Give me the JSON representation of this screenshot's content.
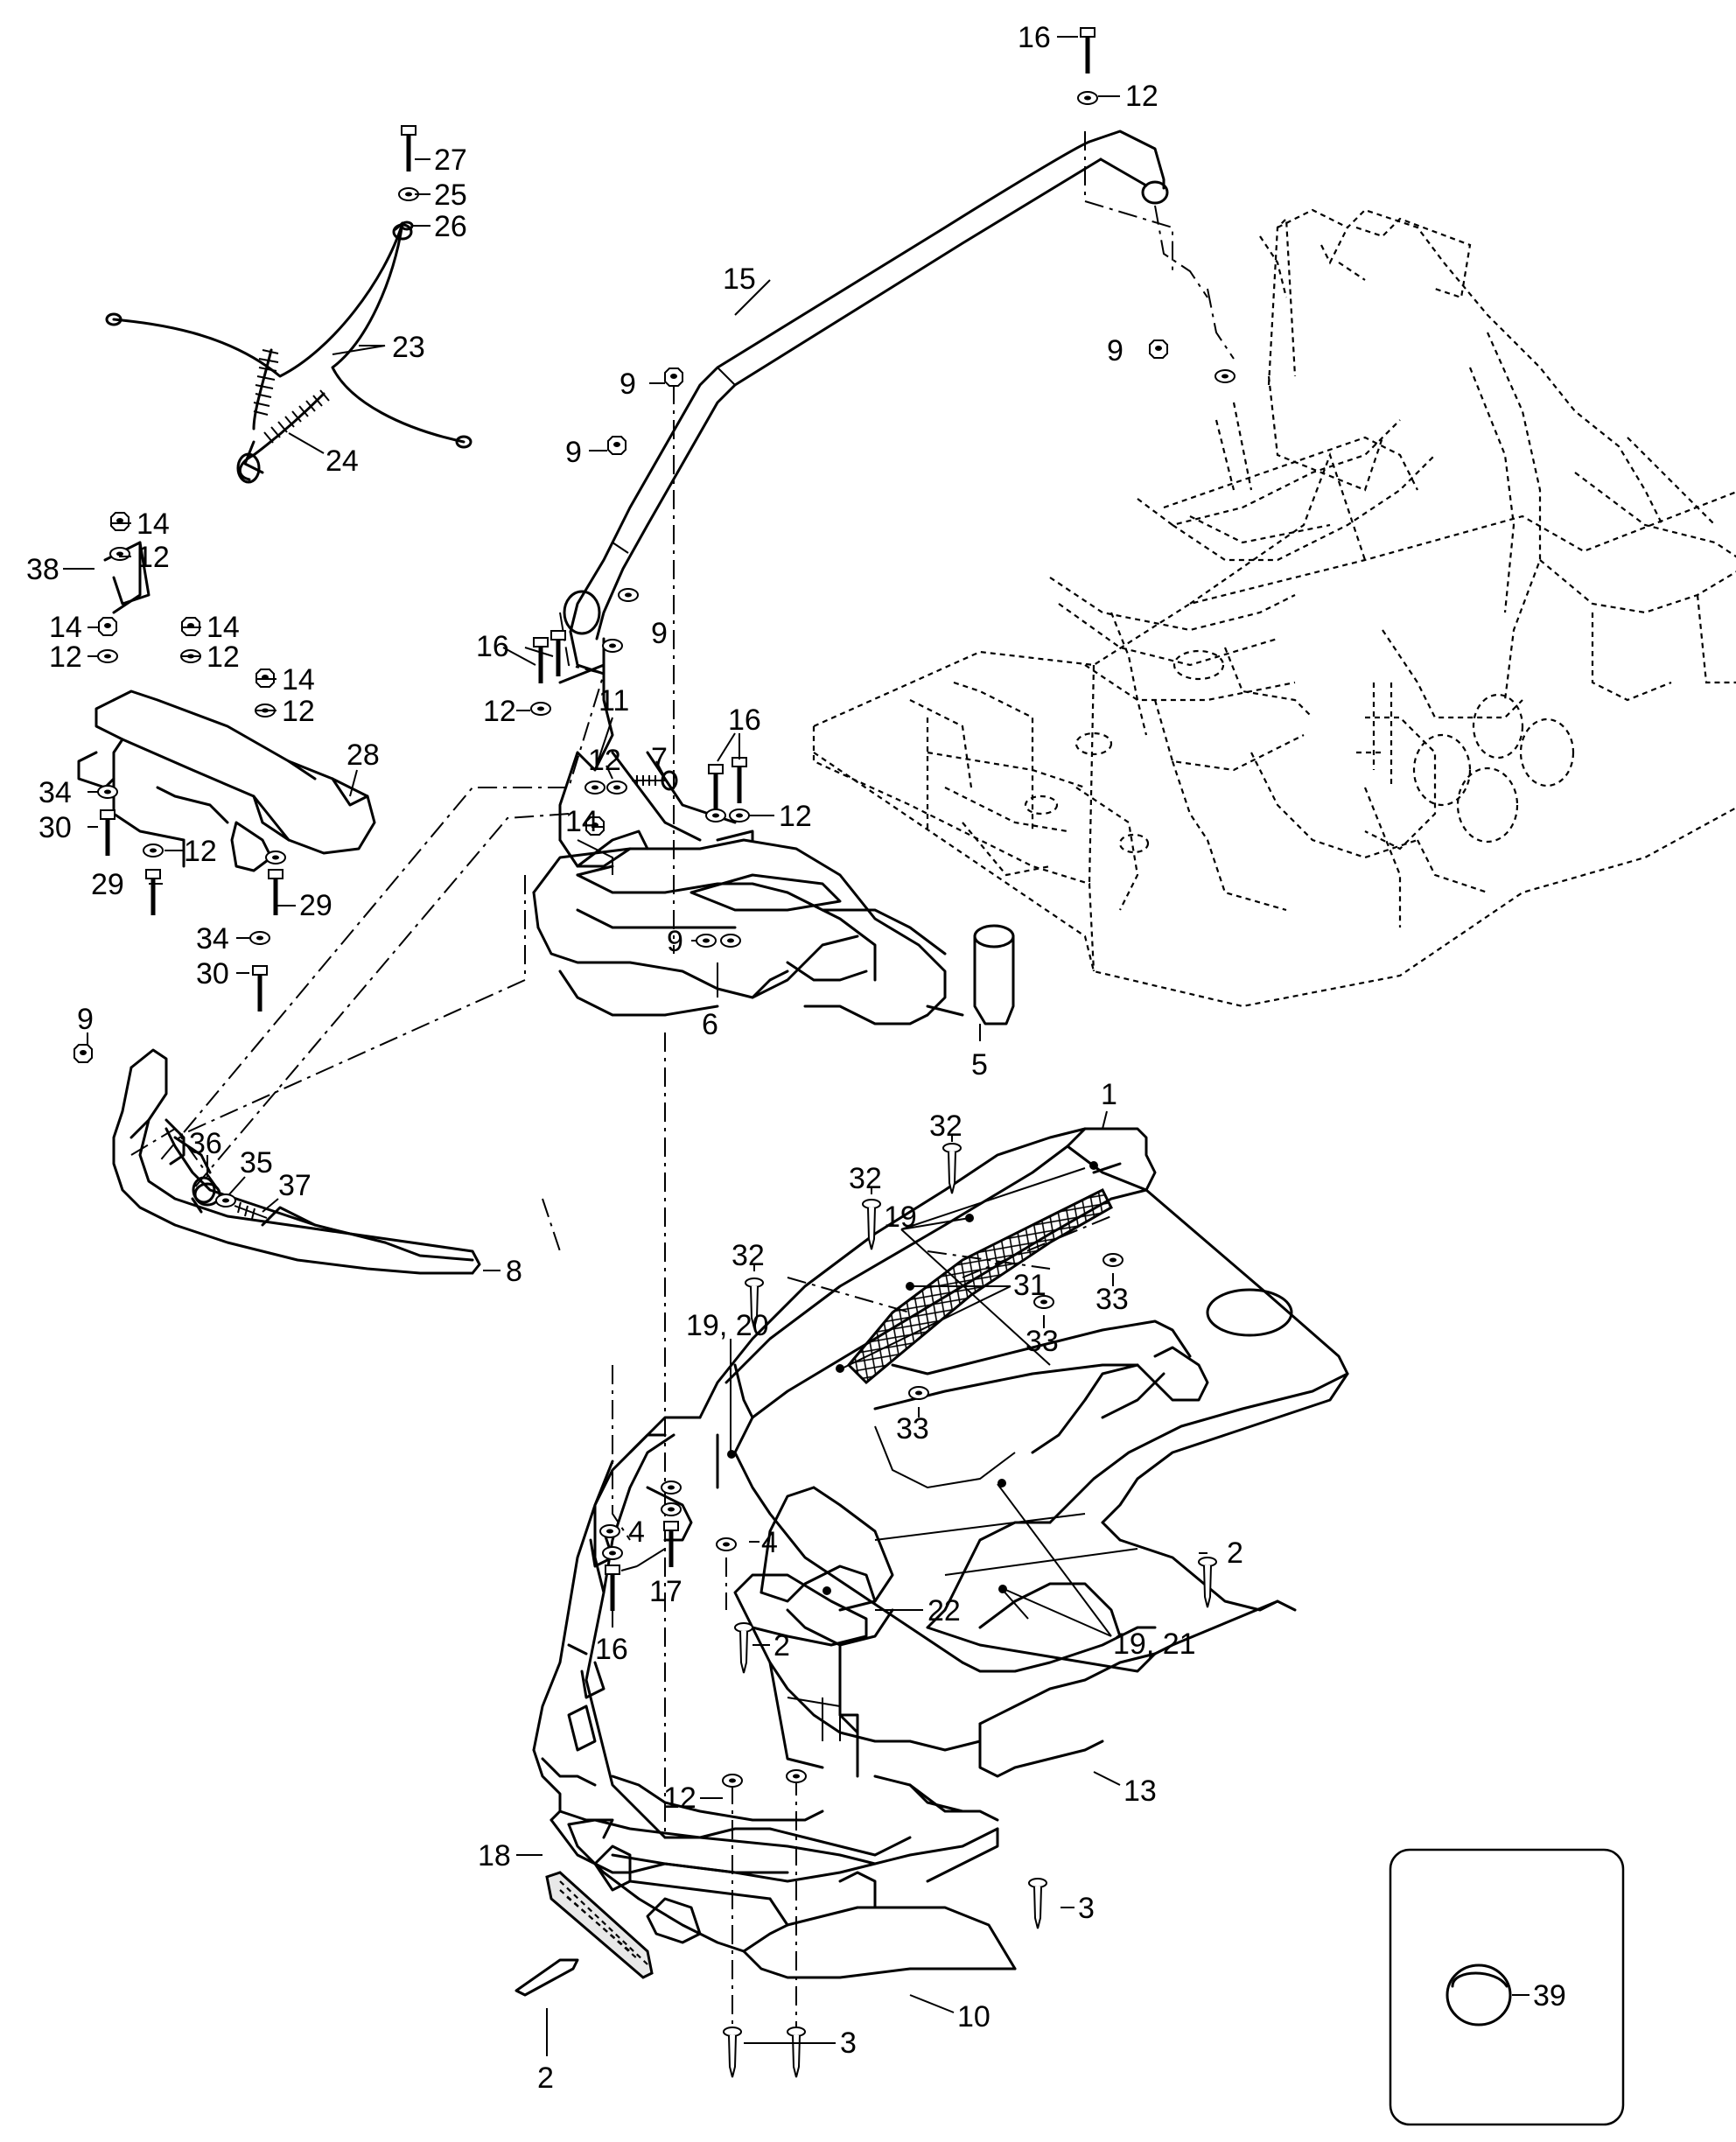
{
  "callouts": [
    {
      "id": "c16a",
      "text": "16"
    },
    {
      "id": "c12a",
      "text": "12"
    },
    {
      "id": "c27",
      "text": "27"
    },
    {
      "id": "c25",
      "text": "25"
    },
    {
      "id": "c26",
      "text": "26"
    },
    {
      "id": "c23",
      "text": "23"
    },
    {
      "id": "c24",
      "text": "24"
    },
    {
      "id": "c15",
      "text": "15"
    },
    {
      "id": "c9a",
      "text": "9"
    },
    {
      "id": "c9b",
      "text": "9"
    },
    {
      "id": "c9c",
      "text": "9"
    },
    {
      "id": "c9d",
      "text": "9"
    },
    {
      "id": "c14a",
      "text": "14"
    },
    {
      "id": "c12b",
      "text": "12"
    },
    {
      "id": "c38",
      "text": "38"
    },
    {
      "id": "c14b",
      "text": "14"
    },
    {
      "id": "c12c",
      "text": "12"
    },
    {
      "id": "c14c",
      "text": "14"
    },
    {
      "id": "c12d",
      "text": "12"
    },
    {
      "id": "c14d",
      "text": "14"
    },
    {
      "id": "c12e",
      "text": "12"
    },
    {
      "id": "c16b",
      "text": "16"
    },
    {
      "id": "c12f",
      "text": "12"
    },
    {
      "id": "c11",
      "text": "11"
    },
    {
      "id": "c12g",
      "text": "12"
    },
    {
      "id": "c7",
      "text": "7"
    },
    {
      "id": "c16c",
      "text": "16"
    },
    {
      "id": "c12h",
      "text": "12"
    },
    {
      "id": "c28",
      "text": "28"
    },
    {
      "id": "c34a",
      "text": "34"
    },
    {
      "id": "c30a",
      "text": "30"
    },
    {
      "id": "c12i",
      "text": "12"
    },
    {
      "id": "c14e",
      "text": "14"
    },
    {
      "id": "c29a",
      "text": "29"
    },
    {
      "id": "c29b",
      "text": "29"
    },
    {
      "id": "c34b",
      "text": "34"
    },
    {
      "id": "c30b",
      "text": "30"
    },
    {
      "id": "c9e",
      "text": "9"
    },
    {
      "id": "c6",
      "text": "6"
    },
    {
      "id": "c5",
      "text": "5"
    },
    {
      "id": "c9f",
      "text": "9"
    },
    {
      "id": "c36",
      "text": "36"
    },
    {
      "id": "c35",
      "text": "35"
    },
    {
      "id": "c37",
      "text": "37"
    },
    {
      "id": "c8",
      "text": "8"
    },
    {
      "id": "c1",
      "text": "1"
    },
    {
      "id": "c32a",
      "text": "32"
    },
    {
      "id": "c32b",
      "text": "32"
    },
    {
      "id": "c32c",
      "text": "32"
    },
    {
      "id": "c19",
      "text": "19"
    },
    {
      "id": "c33a",
      "text": "33"
    },
    {
      "id": "c33b",
      "text": "33"
    },
    {
      "id": "c19_20",
      "text": "19, 20"
    },
    {
      "id": "c31",
      "text": "31"
    },
    {
      "id": "c33c",
      "text": "33"
    },
    {
      "id": "c4a",
      "text": "4"
    },
    {
      "id": "c4b",
      "text": "4"
    },
    {
      "id": "c17",
      "text": "17"
    },
    {
      "id": "c16d",
      "text": "16"
    },
    {
      "id": "c2a",
      "text": "2"
    },
    {
      "id": "c22",
      "text": "22"
    },
    {
      "id": "c2b",
      "text": "2"
    },
    {
      "id": "c19_21",
      "text": "19, 21"
    },
    {
      "id": "c13",
      "text": "13"
    },
    {
      "id": "c12j",
      "text": "12"
    },
    {
      "id": "c18",
      "text": "18"
    },
    {
      "id": "c3a",
      "text": "3"
    },
    {
      "id": "c2c",
      "text": "2"
    },
    {
      "id": "c10",
      "text": "10"
    },
    {
      "id": "c3b",
      "text": "3"
    },
    {
      "id": "c39",
      "text": "39"
    }
  ]
}
